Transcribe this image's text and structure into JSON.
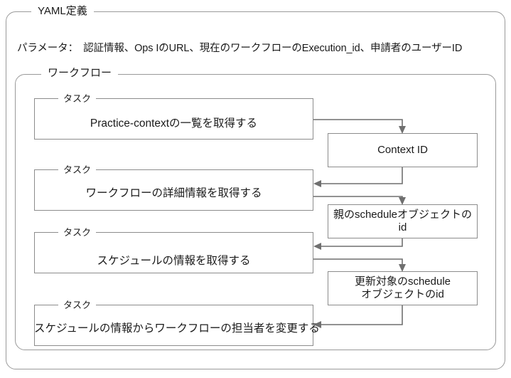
{
  "diagram": {
    "type": "flowchart",
    "title": "YAML定義",
    "outer_frame": {
      "legend": "YAML定義"
    },
    "parameters": {
      "label": "パラメータ：",
      "value": "認証情報、Ops IのURL、現在のワークフローのExecution_id、申請者のユーザーID",
      "full_text": "パラメータ：　認証情報、Ops IのURL、現在のワークフローのExecution_id、申請者のユーザーID"
    },
    "workflow_frame": {
      "legend": "ワークフロー"
    },
    "task_legend": "タスク",
    "tasks": [
      {
        "id": "task1",
        "legend": "タスク",
        "label": "Practice-contextの一覧を取得する"
      },
      {
        "id": "task2",
        "legend": "タスク",
        "label": "ワークフローの詳細情報を取得する"
      },
      {
        "id": "task3",
        "legend": "タスク",
        "label": "スケジュールの情報を取得する"
      },
      {
        "id": "task4",
        "legend": "タスク",
        "label": "スケジュールの情報からワークフローの担当者を変更する"
      }
    ],
    "data_objects": [
      {
        "id": "data1",
        "label": "Context ID"
      },
      {
        "id": "data2",
        "line1": "親のscheduleオブジェクトの",
        "line2": "id",
        "label": "親のscheduleオブジェクトのid"
      },
      {
        "id": "data3",
        "line1": "更新対象のschedule",
        "line2": "オブジェクトのid",
        "label": "更新対象のscheduleオブジェクトのid"
      }
    ],
    "connections": [
      {
        "from": "task1",
        "to": "data1",
        "direction": "down"
      },
      {
        "from": "data1",
        "to": "task2",
        "direction": "left"
      },
      {
        "from": "task2",
        "to": "data2",
        "direction": "down"
      },
      {
        "from": "data2",
        "to": "task3",
        "direction": "left"
      },
      {
        "from": "task3",
        "to": "data3",
        "direction": "down"
      },
      {
        "from": "data3",
        "to": "task4",
        "direction": "left"
      }
    ],
    "colors": {
      "background": "#ffffff",
      "frame_border": "#9a9a9a",
      "box_border": "#8c8c8c",
      "connector": "#6f6f6f",
      "text": "#1a1a1a"
    }
  }
}
